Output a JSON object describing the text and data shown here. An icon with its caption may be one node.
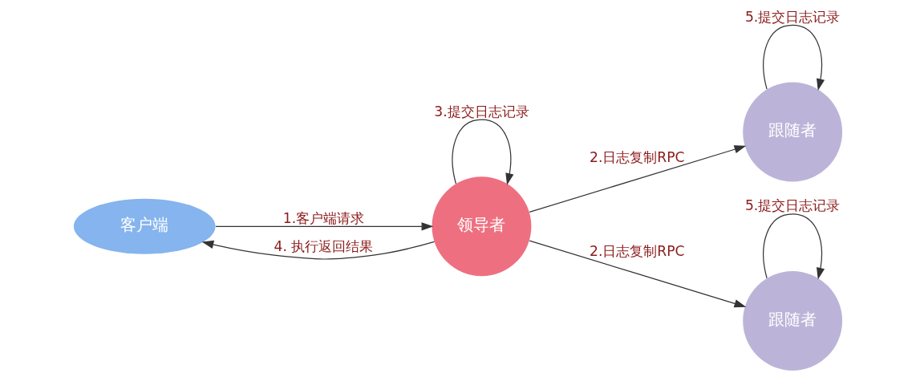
{
  "diagram": {
    "nodes": [
      {
        "text": [
          "客户端"
        ]
      },
      {
        "text": [
          "领导者"
        ]
      },
      {
        "text": [
          "跟随者"
        ]
      },
      {
        "text": [
          "跟随者"
        ]
      }
    ],
    "edges": [
      {
        "from": 0,
        "to": 1,
        "arrow": "to",
        "label": "1.客户端请求"
      },
      {
        "from": 1,
        "to": 0,
        "arrow": "to",
        "label": "4. 执行返回结果"
      },
      {
        "from": 1,
        "to": 1,
        "arrow": "to",
        "label": "3.提交日志记录"
      },
      {
        "from": 1,
        "to": 2,
        "arrow": "to",
        "label": "2.日志复制RPC"
      },
      {
        "from": 1,
        "to": 3,
        "arrow": "to",
        "label": "2.日志复制RPC"
      },
      {
        "from": 2,
        "to": 2,
        "arrow": "to",
        "label": "5.提交日志记录"
      },
      {
        "from": 3,
        "to": 3,
        "arrow": "to",
        "label": "5.提交日志记录"
      }
    ]
  }
}
